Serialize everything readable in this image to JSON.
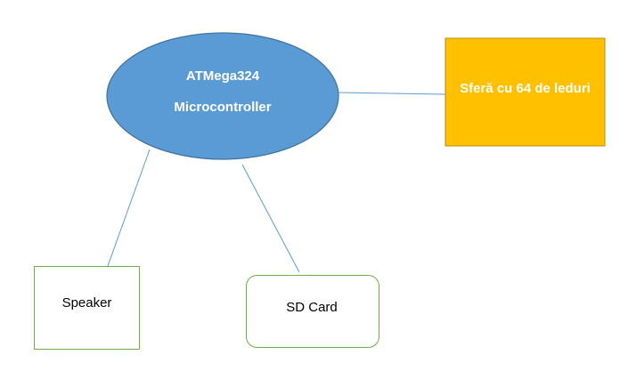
{
  "diagram": {
    "microcontroller": {
      "line1": "ATMega324",
      "line2": "Microcontroller"
    },
    "led_sphere": {
      "label": "Sferă cu 64 de leduri"
    },
    "speaker": {
      "label": "Speaker"
    },
    "sd_card": {
      "label": "SD Card"
    }
  },
  "colors": {
    "microcontroller_fill": "#5B9BD5",
    "microcontroller_stroke": "#41719C",
    "led_sphere_fill": "#FFC000",
    "led_sphere_stroke": "#BC8C00",
    "box_stroke": "#70AD47",
    "connector": "#5B9BD5",
    "light_text": "#FFFFFF",
    "dark_text": "#000000"
  }
}
